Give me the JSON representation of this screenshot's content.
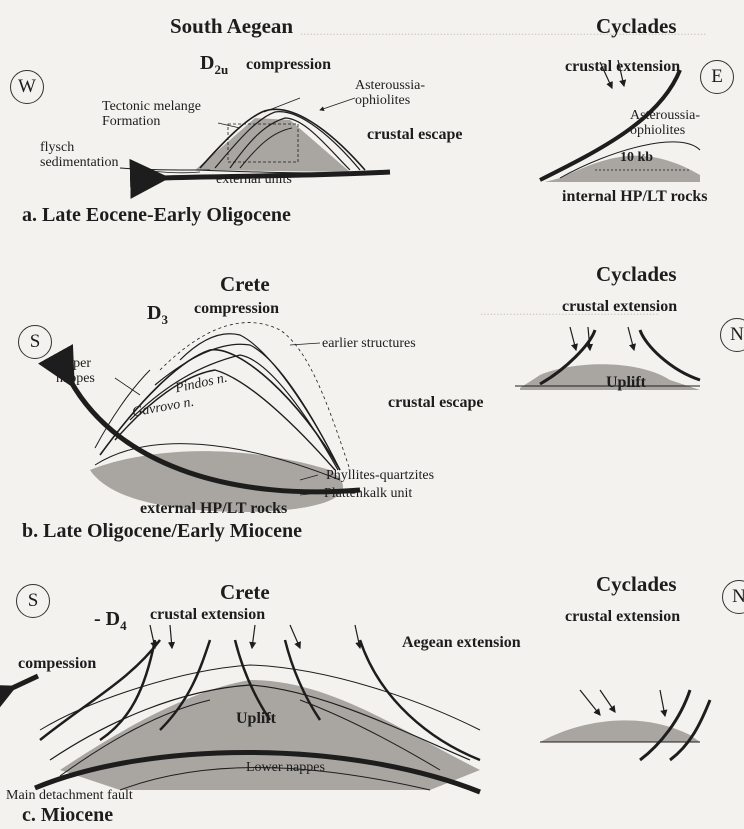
{
  "panel_a": {
    "region_left": "South Aegean",
    "region_right": "Cyclades",
    "phase": "D",
    "phase_sub": "2u",
    "west": "W",
    "east": "E",
    "compression": "compression",
    "asteroussia_left": "Asteroussia-\nophiolites",
    "tectonic_melange": "Tectonic melange\nFormation",
    "flysch": "flysch\nsedimentation",
    "crustal_escape": "crustal escape",
    "external_units": "external units",
    "crustal_extension": "crustal extension",
    "asteroussia_right": "Asteroussia-\nophiolites",
    "pressure": "10 kb",
    "internal_rocks": "internal HP/LT rocks",
    "caption": "a.   Late Eocene-Early Oligocene"
  },
  "panel_b": {
    "region_left": "Crete",
    "region_right": "Cyclades",
    "phase": "D",
    "phase_sub": "3",
    "south": "S",
    "north": "N",
    "compression": "compression",
    "crustal_extension": "crustal extension",
    "upper_nappes": "Upper\nnappes",
    "earlier_structures": "earlier structures",
    "pindos": "Pindos n.",
    "gavrovo": "Gavrovo n.",
    "crustal_escape": "crustal escape",
    "uplift": "Uplift",
    "phyllites": "Phyllites-quartzites",
    "plattenkalk": "Plattenkalk unit",
    "external_rocks": "external HP/LT rocks",
    "caption": "b.   Late Oligocene/Early Miocene"
  },
  "panel_c": {
    "region_left": "Crete",
    "region_right": "Cyclades",
    "phase": "D",
    "phase_sub": "4",
    "south": "S",
    "north": "N",
    "crustal_extension_left": "crustal extension",
    "crustal_extension_right": "crustal extension",
    "compression": "compession",
    "aegean_extension": "Aegean extension",
    "uplift": "Uplift",
    "lower_nappes": "Lower nappes",
    "main_detachment": "Main detachment fault",
    "caption": "c.   Miocene"
  },
  "colors": {
    "ink": "#1d1d1d",
    "fill": "#a9a6a2",
    "paper": "#f4f2ee"
  }
}
